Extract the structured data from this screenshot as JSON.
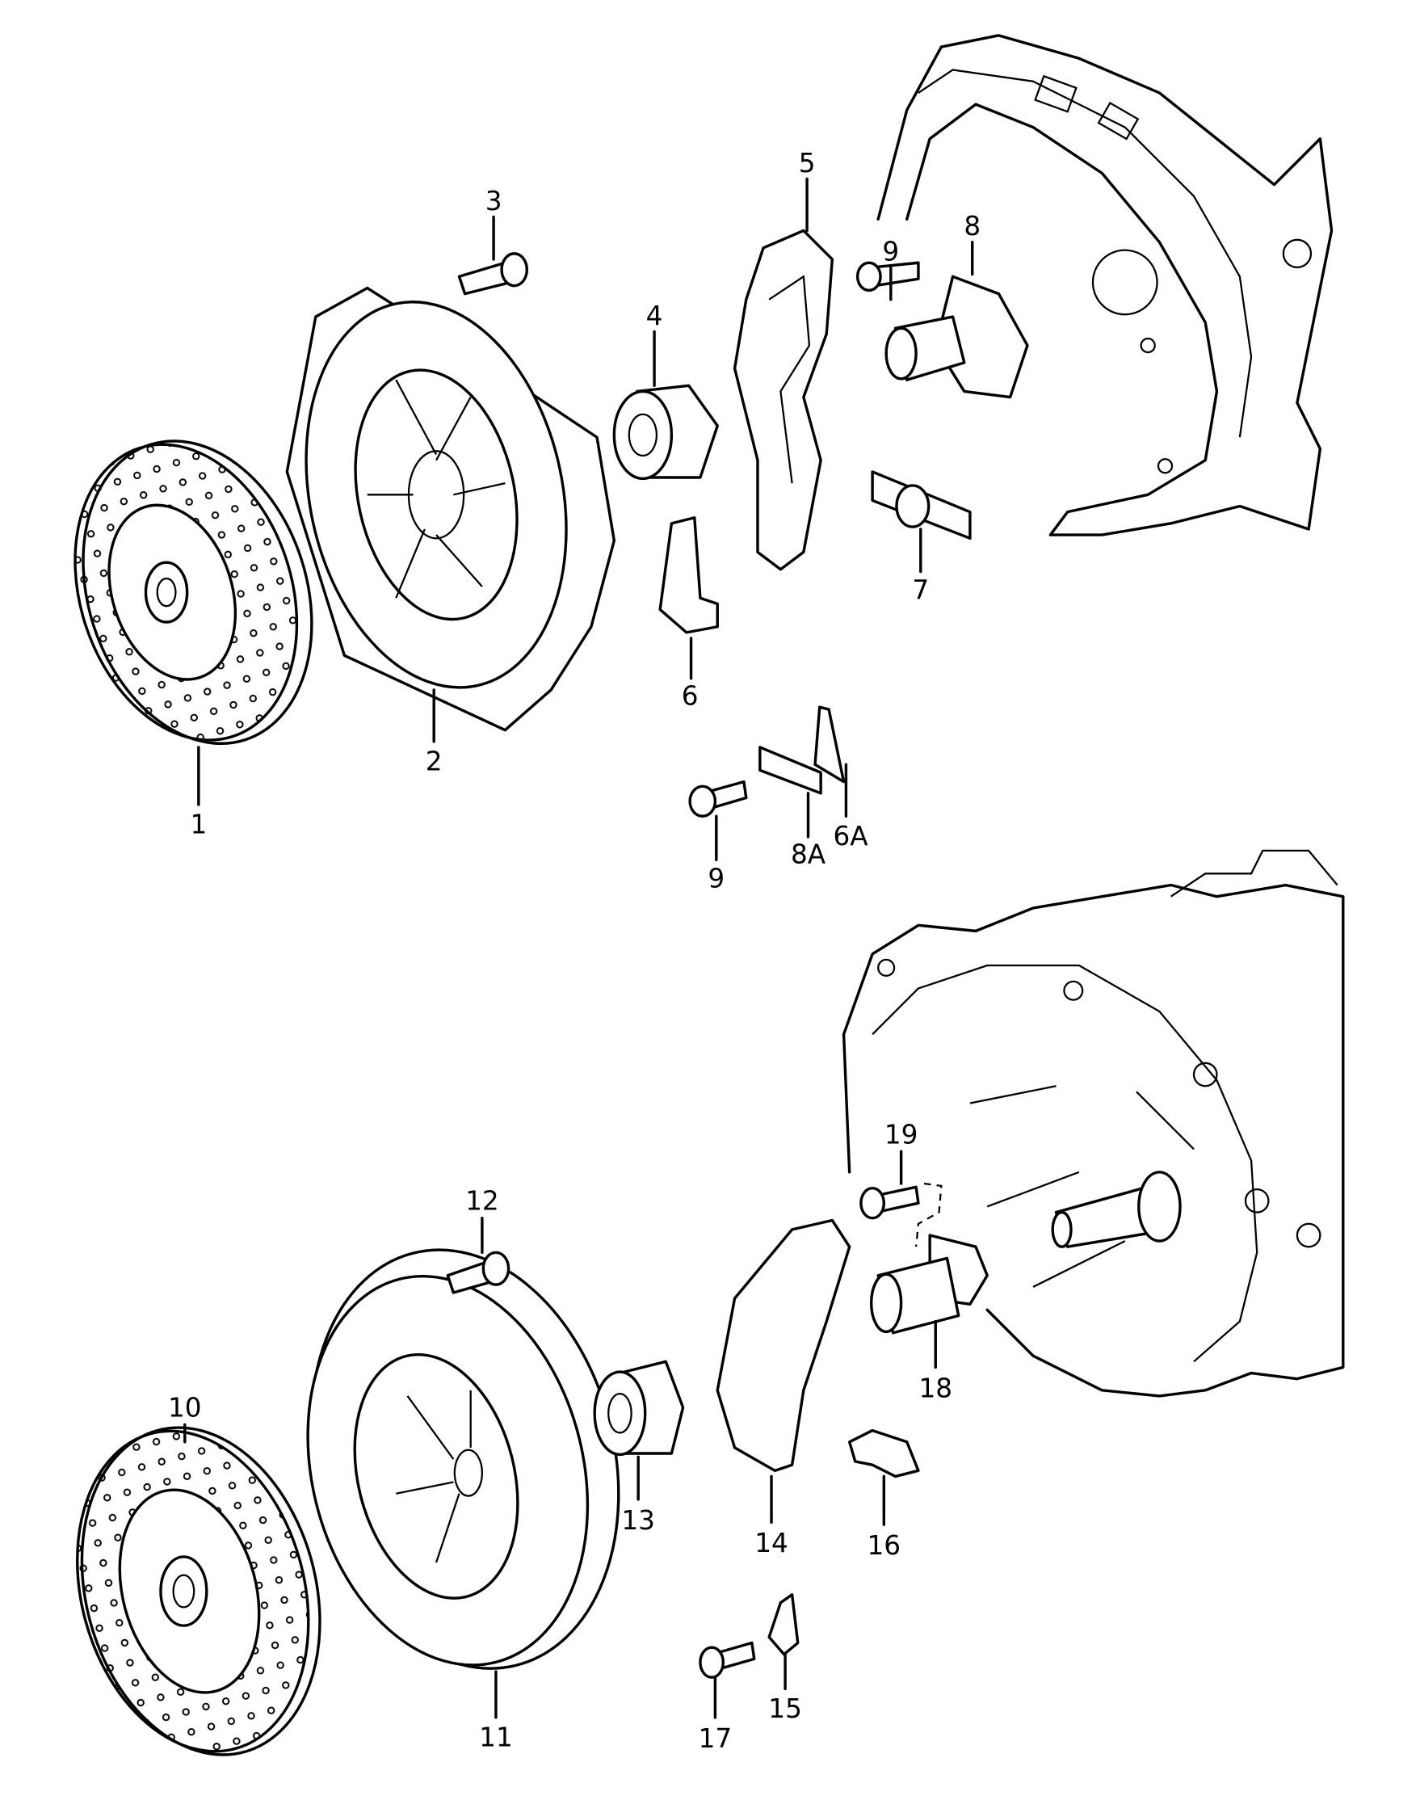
{
  "diagram": {
    "type": "exploded parts diagram - clutch assembly",
    "labels": {
      "p1": "1",
      "p2": "2",
      "p3": "3",
      "p4": "4",
      "p5": "5",
      "p6": "6",
      "p7": "7",
      "p8": "8",
      "p9a": "9",
      "p9b": "9",
      "p8A": "8A",
      "p6A": "6A",
      "p10": "10",
      "p11": "11",
      "p12": "12",
      "p13": "13",
      "p14": "14",
      "p15": "15",
      "p16": "16",
      "p17": "17",
      "p18": "18",
      "p19": "19"
    }
  }
}
